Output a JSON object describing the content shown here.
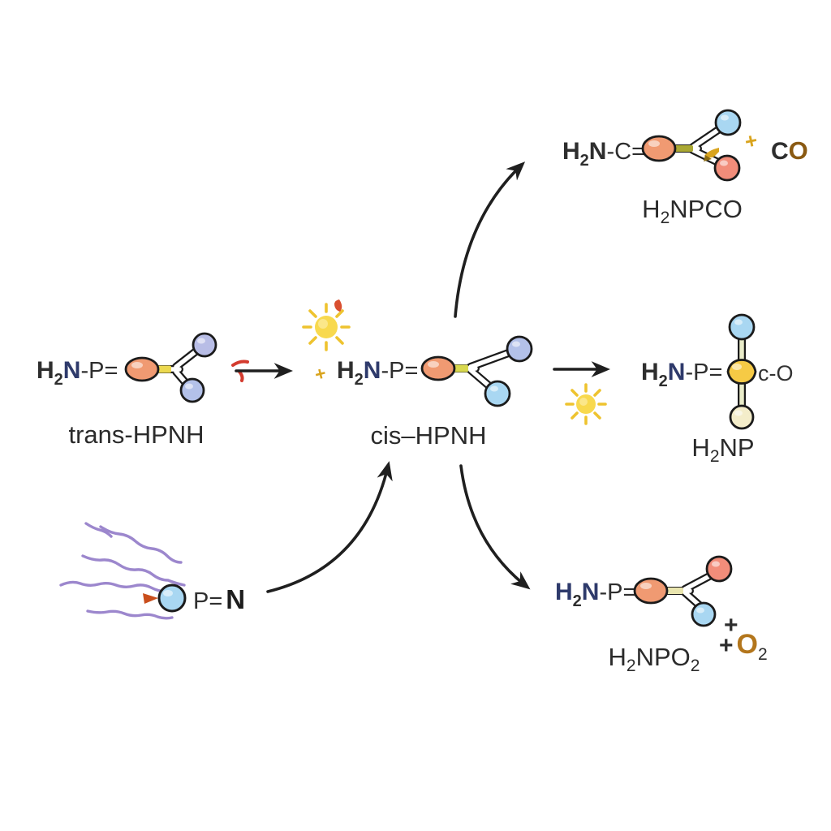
{
  "colors": {
    "ink": "#2e2e2e",
    "navy": "#2e3a6b",
    "arrow": "#1f1f1f",
    "label": "#2b2b2b",
    "orange_blob": "#f09a72",
    "salmon_circle": "#f28d7a",
    "periwinkle_circle": "#b8bde6",
    "periwinkle_blue_circle": "#b3c1e9",
    "light_blue_circle": "#a9d7f2",
    "pale_yellow_circle": "#f4edca",
    "yellow_node": "#f6ca45",
    "yellow_bar": "#ecd94f",
    "green_bar": "#d8d84e",
    "olive_bar": "#aaa833",
    "pale_bar": "#e9e5ae",
    "sun_core": "#f8d94e",
    "sun_ray": "#eec32f",
    "gold": "#d9a41e",
    "brown_co": "#8a5a12",
    "brown_o2": "#b3761c",
    "red_mark": "#d43b2e",
    "spark": "#c94e1c",
    "purple_wave": "#9c87cd"
  },
  "species": {
    "trans_hpnh": {
      "formula": {
        "h": "H",
        "h_sub": "2",
        "n": "N",
        "bond": "-P="
      },
      "label": "trans-HPNH"
    },
    "cis_hpnh": {
      "formula": {
        "h": "H",
        "h_sub": "2",
        "n": "N",
        "bond": "-P="
      },
      "label": "cis–HPNH"
    },
    "h2npco": {
      "formula": {
        "h": "H",
        "h_sub": "2",
        "n": "N",
        "bond": "-C="
      },
      "label": {
        "pre": "H",
        "sub": "2",
        "post": "NPCO"
      },
      "byproduct": {
        "plus": "+",
        "c": "C",
        "o": "O"
      }
    },
    "h2np": {
      "formula": {
        "h": "H",
        "h_sub": "2",
        "n": "N",
        "bond": "-P="
      },
      "side_group": "c-O",
      "label": {
        "pre": "H",
        "sub": "2",
        "post": "NP"
      }
    },
    "h2npo2": {
      "formula": {
        "h": "H",
        "h_sub": "2",
        "n": "N",
        "bond": "-P="
      },
      "label": {
        "pre": "H",
        "sub": "2",
        "post": "NPO",
        "sub2": "2"
      },
      "byproduct": {
        "plus_top": "+",
        "plus": "+",
        "o": "O",
        "sub": "2"
      }
    },
    "pn_radical": {
      "p_bond": "P=",
      "n": "N"
    }
  },
  "decorations": {
    "photon_plus_cis": "+",
    "photon_plus_co": "+"
  }
}
